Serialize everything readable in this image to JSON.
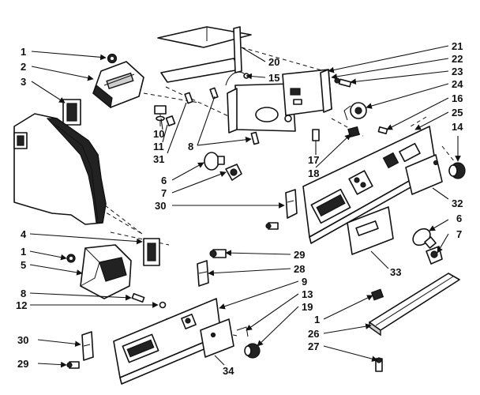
{
  "callouts": [
    {
      "id": "c1a",
      "text": "1"
    },
    {
      "id": "c2",
      "text": "2"
    },
    {
      "id": "c3",
      "text": "3"
    },
    {
      "id": "c4",
      "text": "4"
    },
    {
      "id": "c1b",
      "text": "1"
    },
    {
      "id": "c5",
      "text": "5"
    },
    {
      "id": "c8b",
      "text": "8"
    },
    {
      "id": "c12",
      "text": "12"
    },
    {
      "id": "c30b",
      "text": "30"
    },
    {
      "id": "c29b",
      "text": "29"
    },
    {
      "id": "c10",
      "text": "10"
    },
    {
      "id": "c11",
      "text": "11"
    },
    {
      "id": "c31",
      "text": "31"
    },
    {
      "id": "c8a",
      "text": "8"
    },
    {
      "id": "c6a",
      "text": "6"
    },
    {
      "id": "c7a",
      "text": "7"
    },
    {
      "id": "c30a",
      "text": "30"
    },
    {
      "id": "c20",
      "text": "20"
    },
    {
      "id": "c15",
      "text": "15"
    },
    {
      "id": "c17",
      "text": "17"
    },
    {
      "id": "c18",
      "text": "18"
    },
    {
      "id": "c21",
      "text": "21"
    },
    {
      "id": "c22",
      "text": "22"
    },
    {
      "id": "c23",
      "text": "23"
    },
    {
      "id": "c24",
      "text": "24"
    },
    {
      "id": "c16",
      "text": "16"
    },
    {
      "id": "c25",
      "text": "25"
    },
    {
      "id": "c14",
      "text": "14"
    },
    {
      "id": "c32",
      "text": "32"
    },
    {
      "id": "c6b",
      "text": "6"
    },
    {
      "id": "c7b",
      "text": "7"
    },
    {
      "id": "c29a",
      "text": "29"
    },
    {
      "id": "c28",
      "text": "28"
    },
    {
      "id": "c33",
      "text": "33"
    },
    {
      "id": "c9",
      "text": "9"
    },
    {
      "id": "c13",
      "text": "13"
    },
    {
      "id": "c19",
      "text": "19"
    },
    {
      "id": "c1c",
      "text": "1"
    },
    {
      "id": "c26",
      "text": "26"
    },
    {
      "id": "c27",
      "text": "27"
    },
    {
      "id": "c34",
      "text": "34"
    }
  ]
}
